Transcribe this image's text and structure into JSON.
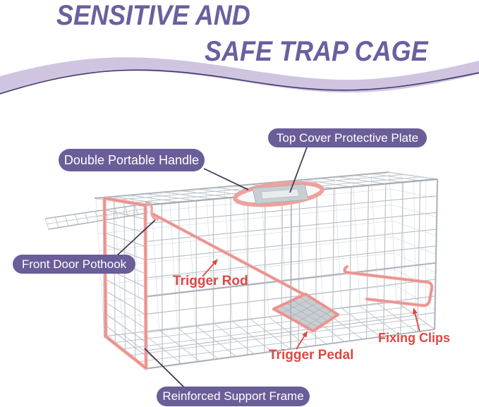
{
  "header": {
    "title_line1": "SENSITIVE AND",
    "title_line2": "SAFE TRAP CAGE"
  },
  "callouts": {
    "top_cover": "Top Cover Protective Plate",
    "handle": "Double Portable Handle",
    "pothook": "Front Door Pothook",
    "trigger_rod": "Trigger Rod",
    "fixing_clips": "Fixing Clips",
    "trigger_pedal": "Trigger Pedal",
    "support_frame": "Reinforced Support Frame"
  },
  "colors": {
    "title_purple": "#6b5fa0",
    "pill_purple": "#6a5d98",
    "pill_text": "#ffffff",
    "red_label": "#dd4742",
    "wave_fill": "#cfc5e0",
    "wave_line": "#433a6b",
    "callout_line": "#3a3456",
    "cage_wire": "#b6bdc5",
    "highlight_pink": "#f0a5a1",
    "pedal_gray": "#c9ced2"
  }
}
